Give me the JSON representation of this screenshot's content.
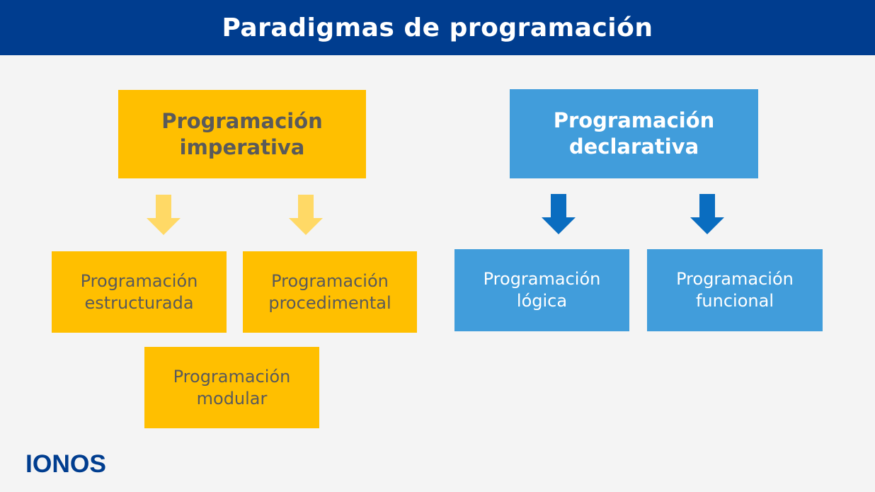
{
  "title": "Paradigmas de programación",
  "imperative": {
    "label": "Programación imperativa",
    "color": "#ffbf00",
    "arrow_color": "#ffd966",
    "children": [
      "Programación estructurada",
      "Programación procedimental",
      "Programación modular"
    ]
  },
  "declarative": {
    "label": "Programación declarativa",
    "color": "#419ddb",
    "arrow_color": "#0a6dc0",
    "children": [
      "Programación lógica",
      "Programación funcional"
    ]
  },
  "logo": {
    "text": "IONOS",
    "color": "#003d8f"
  },
  "icons": [
    "arrow-down-icon",
    "ionos-logo"
  ]
}
